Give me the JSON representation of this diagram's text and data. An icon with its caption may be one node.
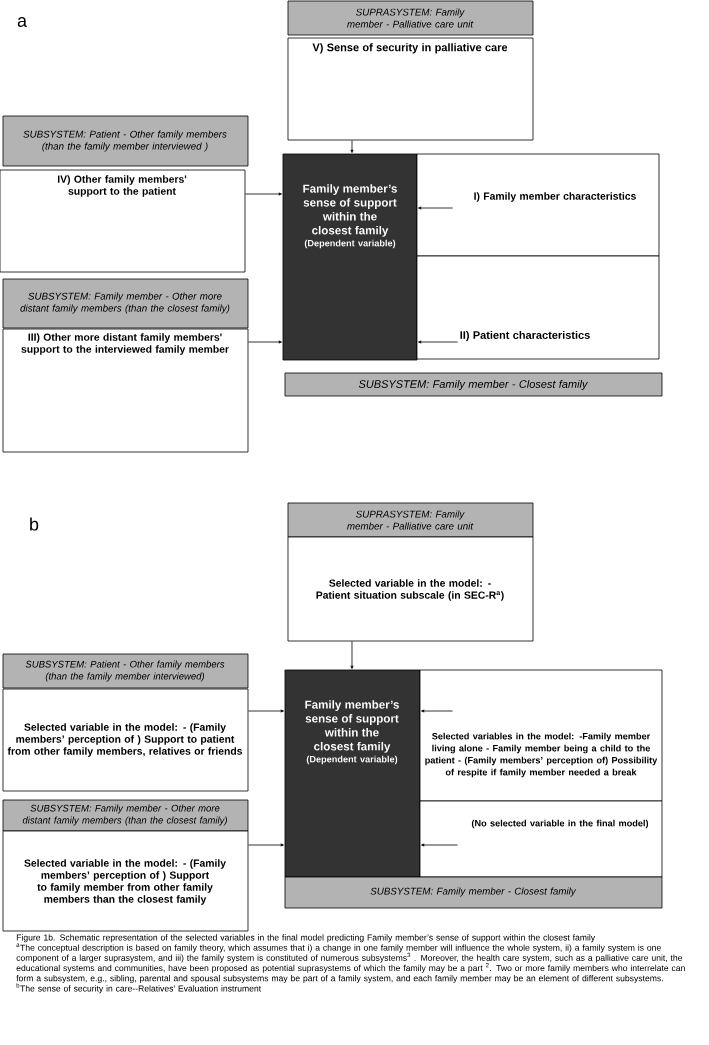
{
  "diagram": {
    "caption": "Figure 1b. Schematic representation of the selected variables in the final model predicting Family member’s sense of support within the closest family",
    "nodes": [
      {
        "text": [
          "SUPRASYSTEM: Family member -  Palliative care unit"
        ]
      },
      {
        "text": [
          "V) Sense of security in palliative care"
        ]
      },
      {
        "text": [
          "SUBSYSTEM: Patient  -  Other family members (than the family member interviewed )"
        ]
      },
      {
        "text": [
          "IV) Other family members' support to the patient"
        ]
      },
      {
        "text": [
          "Family member’s sense of support within the closest family",
          "(Dependent variable)"
        ]
      },
      {
        "text": [
          "I) Family member characteristics"
        ]
      },
      {
        "text": [
          "SUBSYSTEM: Family member -  Other more distant family members (than the closest family)"
        ]
      },
      {
        "text": [
          "III) Other more distant family members' support to the interviewed  family member"
        ]
      },
      {
        "text": [
          "II) Patient characteristics"
        ]
      },
      {
        "text": [
          "SUBSYSTEM: Family member -  Closest family"
        ]
      },
      {
        "text": [
          "SUPRASYSTEM: Family member -  Palliative care unit"
        ]
      },
      {
        "text": [
          "Selected variable in the model: -Patient situation subscale (in SEC-R$^{a}$)"
        ]
      },
      {
        "text": [
          "SUBSYSTEM: Patient  -  Other family members (than the family member interviewed)"
        ]
      },
      {
        "text": [
          "Selected variable in the model: - (Family members’ perception of ) Support to patient from other family members, relatives or friends"
        ]
      },
      {
        "text": [
          "Family member’s sense of support within the closest family",
          "(Dependent variable)"
        ]
      },
      {
        "text": [
          "Selected variables in the model: -Family member living alone - Family member being a child to the patient - (Family members’ perception of) Possibility of respite if family member needed a break"
        ]
      },
      {
        "text": [
          "SUBSYSTEM: Family member -  Other more distant family members (than the closest family)"
        ]
      },
      {
        "text": [
          "Selected variable in the model: - (Family members’ perception of ) Support to family member from other family members than the closest family"
        ]
      },
      {
        "text": [
          "(No selected variable in the final model)"
        ]
      },
      {
        "text": [
          "SUBSYSTEM: Family member -  Closest family"
        ]
      }
    ],
    "edges": [
      {
        "from": 1,
        "to": 4,
        "arrow": "to"
      },
      {
        "from": 3,
        "to": 4,
        "arrow": "to"
      },
      {
        "from": 5,
        "to": 4,
        "arrow": "to"
      },
      {
        "from": 7,
        "to": 4,
        "arrow": "to"
      },
      {
        "from": 8,
        "to": 4,
        "arrow": "to"
      },
      {
        "from": 11,
        "to": 14,
        "arrow": "to"
      },
      {
        "from": 13,
        "to": 14,
        "arrow": "to"
      },
      {
        "from": 15,
        "to": 14,
        "arrow": "to"
      },
      {
        "from": 17,
        "to": 14,
        "arrow": "to"
      },
      {
        "from": 18,
        "to": 14,
        "arrow": "to"
      }
    ],
    "labels": [
      "a",
      "b",
      "$^{a}$The conceptual description is based on family theory, which  assumes that i) a change in one family member will influence the whole system, ii) a family system is one component of a larger suprasystem, and iii) the family system is constituted of numerous subsystems$^{3}$ . Moreover, the health care system, such as a palliative care unit, the educational systems and communities, have been proposed as potential suprasystems of which the family may be a part $^{2}$.  Two or more family members who interrelate can form a subsystem, e.g., sibling, parental and spousal subsystems may be part of a family system, and each family member may be an element of different subsystems.",
      "$^{b}$The sense of security in care--Relatives' Evaluation instrument"
    ]
  }
}
